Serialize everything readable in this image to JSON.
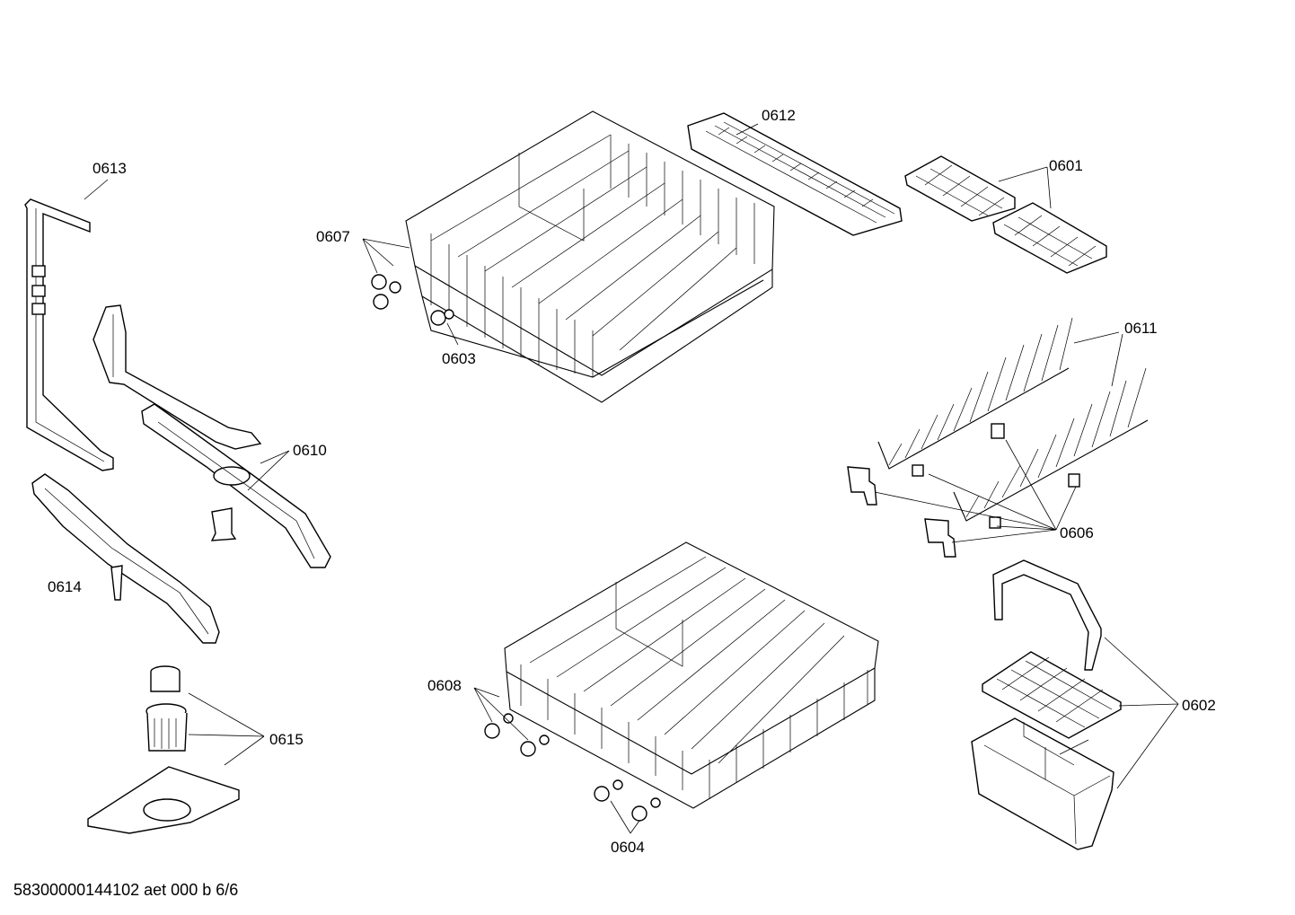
{
  "diagram": {
    "parts": [
      {
        "id": "0601",
        "label": "0601"
      },
      {
        "id": "0602",
        "label": "0602"
      },
      {
        "id": "0603",
        "label": "0603"
      },
      {
        "id": "0604",
        "label": "0604"
      },
      {
        "id": "0606",
        "label": "0606"
      },
      {
        "id": "0607",
        "label": "0607"
      },
      {
        "id": "0608",
        "label": "0608"
      },
      {
        "id": "0610",
        "label": "0610"
      },
      {
        "id": "0611",
        "label": "0611"
      },
      {
        "id": "0612",
        "label": "0612"
      },
      {
        "id": "0613",
        "label": "0613"
      },
      {
        "id": "0614",
        "label": "0614"
      },
      {
        "id": "0615",
        "label": "0615"
      }
    ],
    "footer": "58300000144102 aet 000 b 6/6"
  }
}
